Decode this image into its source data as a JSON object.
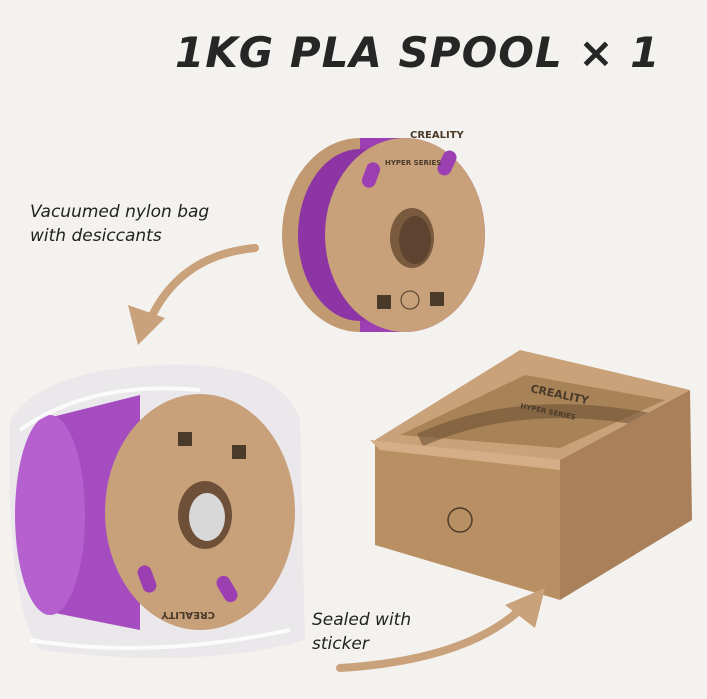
{
  "title": "1KG PLA SPOOL × 1",
  "labels": {
    "bag_line1": "Vacuumed nylon bag",
    "bag_line2": "with desiccants",
    "sticker_line1": "Sealed with",
    "sticker_line2": "sticker"
  },
  "product": {
    "brand": "CREALITY",
    "series": "HYPER SERIES"
  },
  "colors": {
    "filament": "#9b3fb3",
    "cardboard": "#c8a07a",
    "arrow": "#c9a27c",
    "text": "#262626"
  }
}
